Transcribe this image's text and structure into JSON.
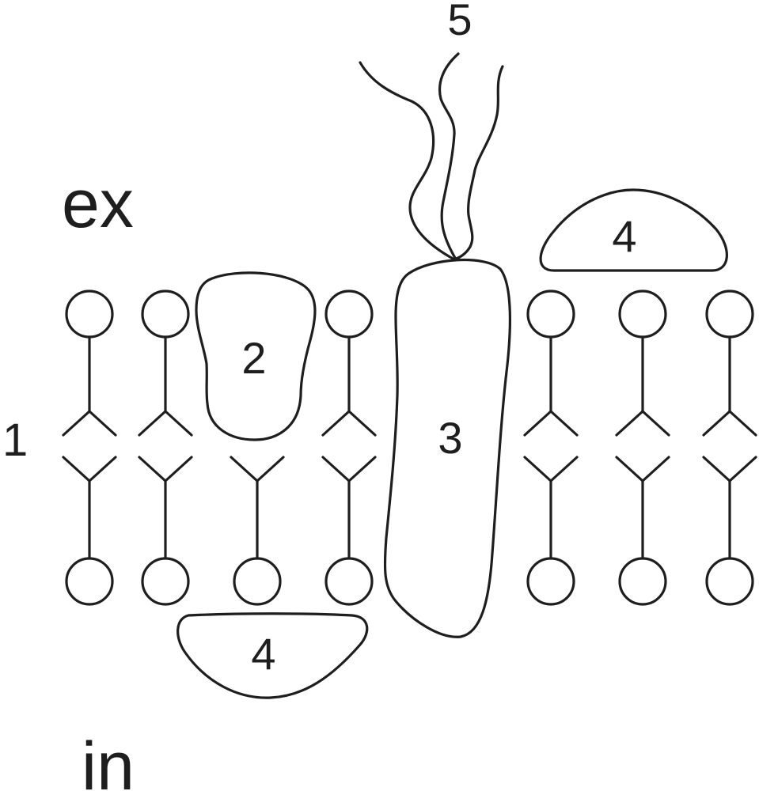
{
  "labels": {
    "outside": "ex",
    "inside": "in",
    "lipid_bilayer": "1",
    "peripheral_top_protein": "2",
    "integral_protein": "3",
    "peripheral_protein_outer": "4",
    "peripheral_protein_inner": "4",
    "glycocalyx_chains": "5"
  },
  "colors": {
    "ink": "#1e1e1e",
    "background": "#ffffff"
  },
  "lipids": [
    {
      "id": "lipid-1",
      "top_tail": true
    },
    {
      "id": "lipid-2",
      "top_tail": true
    },
    {
      "id": "lipid-3",
      "top_tail": false
    },
    {
      "id": "lipid-4",
      "top_tail": true
    },
    {
      "id": "lipid-5",
      "top_tail": true
    },
    {
      "id": "lipid-6",
      "top_tail": true
    },
    {
      "id": "lipid-7",
      "top_tail": true
    }
  ]
}
